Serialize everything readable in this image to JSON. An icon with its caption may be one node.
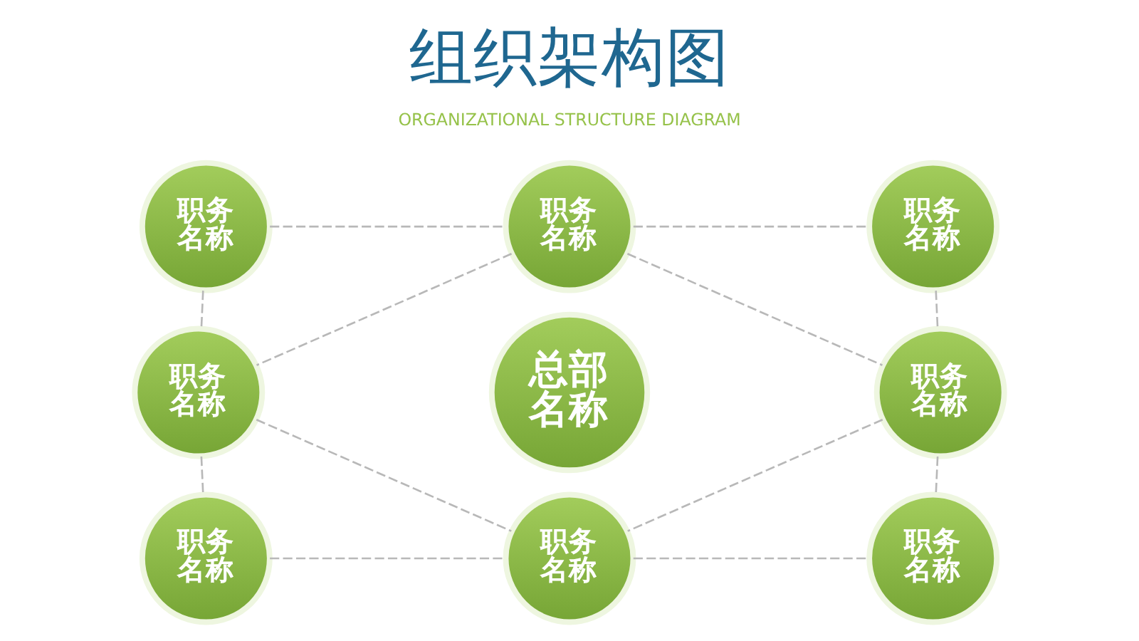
{
  "diagram": {
    "title": "组织架构图",
    "nodes": [
      {
        "text": [
          "职务名称"
        ]
      },
      {
        "text": [
          "职务名称"
        ]
      },
      {
        "text": [
          "职务名称"
        ]
      },
      {
        "text": [
          "职务名称"
        ]
      },
      {
        "text": [
          "总部名称"
        ]
      },
      {
        "text": [
          "职务名称"
        ]
      },
      {
        "text": [
          "职务名称"
        ]
      },
      {
        "text": [
          "职务名称"
        ]
      },
      {
        "text": [
          "职务名称"
        ]
      }
    ],
    "edges": [
      {
        "from": 0,
        "to": 1,
        "arrow": "none",
        "style": "dashed"
      },
      {
        "from": 1,
        "to": 2,
        "arrow": "none",
        "style": "dashed"
      },
      {
        "from": 0,
        "to": 3,
        "arrow": "none",
        "style": "dashed"
      },
      {
        "from": 2,
        "to": 5,
        "arrow": "none",
        "style": "dashed"
      },
      {
        "from": 1,
        "to": 3,
        "arrow": "none",
        "style": "dashed"
      },
      {
        "from": 1,
        "to": 5,
        "arrow": "none",
        "style": "dashed"
      },
      {
        "from": 3,
        "to": 7,
        "arrow": "none",
        "style": "dashed"
      },
      {
        "from": 5,
        "to": 7,
        "arrow": "none",
        "style": "dashed"
      },
      {
        "from": 3,
        "to": 6,
        "arrow": "none",
        "style": "dashed"
      },
      {
        "from": 5,
        "to": 8,
        "arrow": "none",
        "style": "dashed"
      },
      {
        "from": 6,
        "to": 7,
        "arrow": "none",
        "style": "dashed"
      },
      {
        "from": 7,
        "to": 8,
        "arrow": "none",
        "style": "dashed"
      }
    ],
    "labels": [
      "ORGANIZATIONAL STRUCTURE DIAGRAM"
    ]
  }
}
